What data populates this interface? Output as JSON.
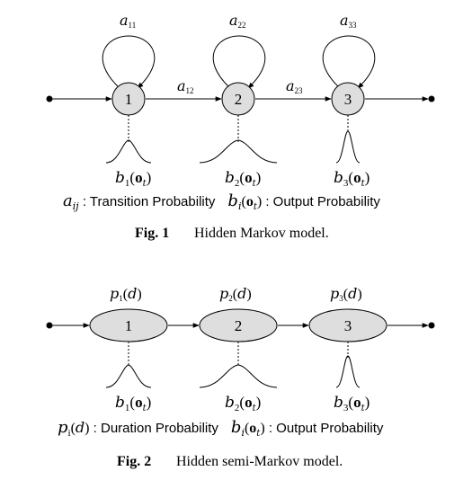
{
  "fig1": {
    "states": [
      "1",
      "2",
      "3"
    ],
    "self_transitions": [
      {
        "base": "a",
        "sub": "11"
      },
      {
        "base": "a",
        "sub": "22"
      },
      {
        "base": "a",
        "sub": "33"
      }
    ],
    "transitions": [
      {
        "base": "a",
        "sub": "12"
      },
      {
        "base": "a",
        "sub": "23"
      }
    ],
    "outputs": [
      {
        "b": "b",
        "sub": "1",
        "o": "o",
        "t": "t"
      },
      {
        "b": "b",
        "sub": "2",
        "o": "o",
        "t": "t"
      },
      {
        "b": "b",
        "sub": "3",
        "o": "o",
        "t": "t"
      }
    ],
    "legend": {
      "trans_sym": "a",
      "trans_sub": "ij",
      "trans_text": " : Transition Probability",
      "out_sym": "b",
      "out_sub": "i",
      "out_o": "o",
      "out_t": "t",
      "out_text": " : Output Probability"
    },
    "caption_label": "Fig. 1",
    "caption_text": "Hidden Markov model."
  },
  "fig2": {
    "states": [
      "1",
      "2",
      "3"
    ],
    "durations": [
      {
        "p": "p",
        "sub": "1",
        "arg": "d"
      },
      {
        "p": "p",
        "sub": "2",
        "arg": "d"
      },
      {
        "p": "p",
        "sub": "3",
        "arg": "d"
      }
    ],
    "outputs": [
      {
        "b": "b",
        "sub": "1",
        "o": "o",
        "t": "t"
      },
      {
        "b": "b",
        "sub": "2",
        "o": "o",
        "t": "t"
      },
      {
        "b": "b",
        "sub": "3",
        "o": "o",
        "t": "t"
      }
    ],
    "legend": {
      "dur_sym": "p",
      "dur_sub": "i",
      "dur_arg": "d",
      "dur_text": " : Duration Probability",
      "out_sym": "b",
      "out_sub": "i",
      "out_o": "o",
      "out_t": "t",
      "out_text": " : Output Probability"
    },
    "caption_label": "Fig. 2",
    "caption_text": "Hidden semi-Markov model."
  },
  "colors": {
    "node_fill": "#dedede",
    "stroke": "#000000",
    "background": "#ffffff"
  }
}
